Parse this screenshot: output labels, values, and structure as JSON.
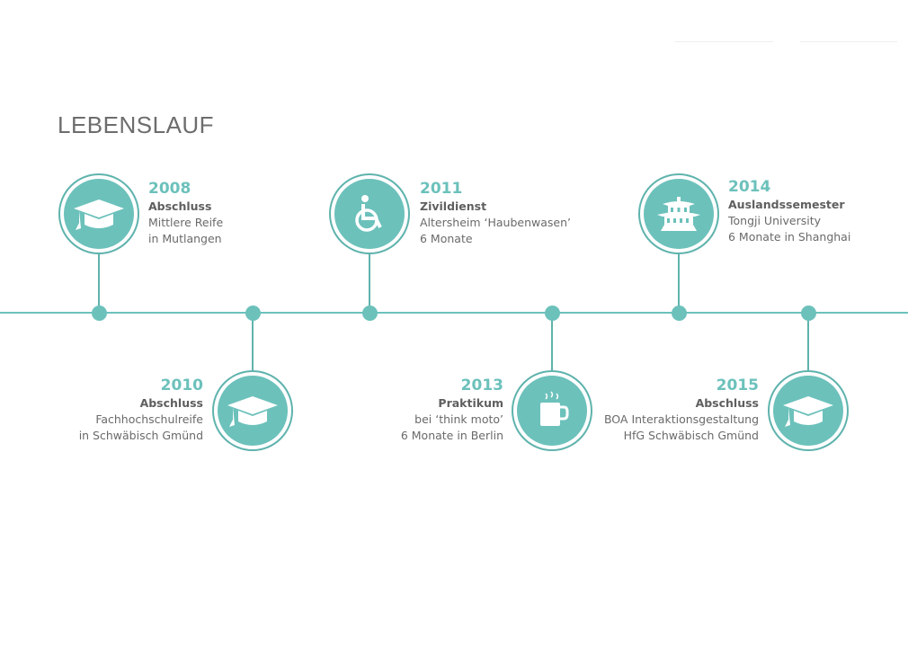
{
  "title": "LEBENSLAUF",
  "colors": {
    "accent": "#6cc1bb",
    "text": "#6a6a6a"
  },
  "entries": [
    {
      "year": "2008",
      "title": "Abschluss",
      "line1": "Mittlere Reife",
      "line2": "in Mutlangen",
      "icon": "graduation-cap-icon"
    },
    {
      "year": "2010",
      "title": "Abschluss",
      "line1": "Fachhochschulreife",
      "line2": "in Schwäbisch Gmünd",
      "icon": "graduation-cap-icon"
    },
    {
      "year": "2011",
      "title": "Zivildienst",
      "line1": "Altersheim ‘Haubenwasen’",
      "line2": "6 Monate",
      "icon": "wheelchair-icon"
    },
    {
      "year": "2013",
      "title": "Praktikum",
      "line1": "bei ‘think moto’",
      "line2": "6 Monate in Berlin",
      "icon": "coffee-mug-icon"
    },
    {
      "year": "2014",
      "title": "Auslandssemester",
      "line1": "Tongji University",
      "line2": "6 Monate in Shanghai",
      "icon": "pagoda-icon"
    },
    {
      "year": "2015",
      "title": "Abschluss",
      "line1": "BOA Interaktionsgestaltung",
      "line2": "HfG Schwäbisch Gmünd",
      "icon": "graduation-cap-icon"
    }
  ]
}
